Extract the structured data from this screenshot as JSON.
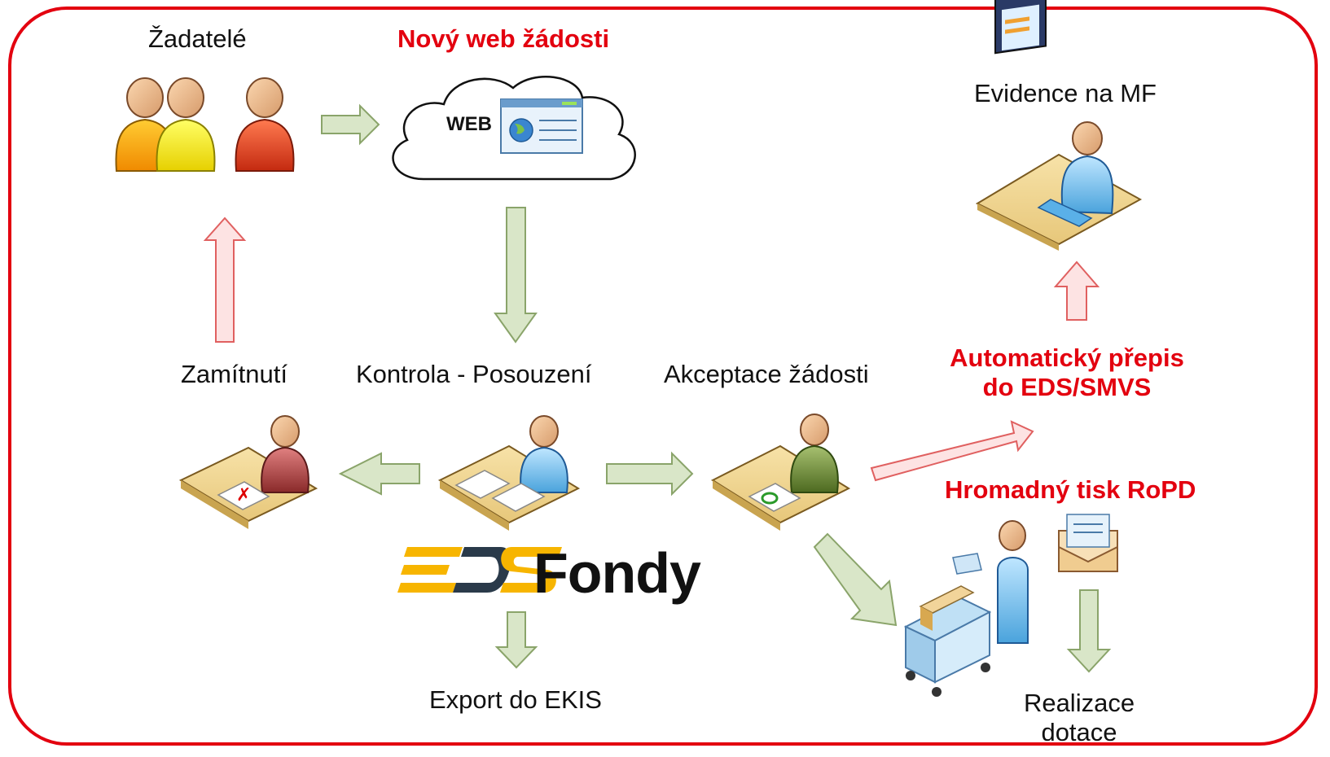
{
  "labels": {
    "applicants": "Žadatelé",
    "new_web": "Nový web žádosti",
    "web_badge": "WEB",
    "evidence": "Evidence na MF",
    "rejection": "Zamítnutí",
    "review": "Kontrola - Posouzení",
    "acceptance": "Akceptace žádosti",
    "auto_transfer_line1": "Automatický přepis",
    "auto_transfer_line2": "do EDS/SMVS",
    "bulk_print": "Hromadný tisk RoPD",
    "export": "Export do EKIS",
    "realization_line1": "Realizace",
    "realization_line2": "dotace",
    "logo_text": "Fondy"
  },
  "colors": {
    "frame": "#e3000f",
    "highlight_text": "#e3000f",
    "green_arrow_fill": "#d9e6c8",
    "green_arrow_stroke": "#8aa46a",
    "red_arrow_fill": "#fde3e3",
    "red_arrow_stroke": "#e06060"
  }
}
